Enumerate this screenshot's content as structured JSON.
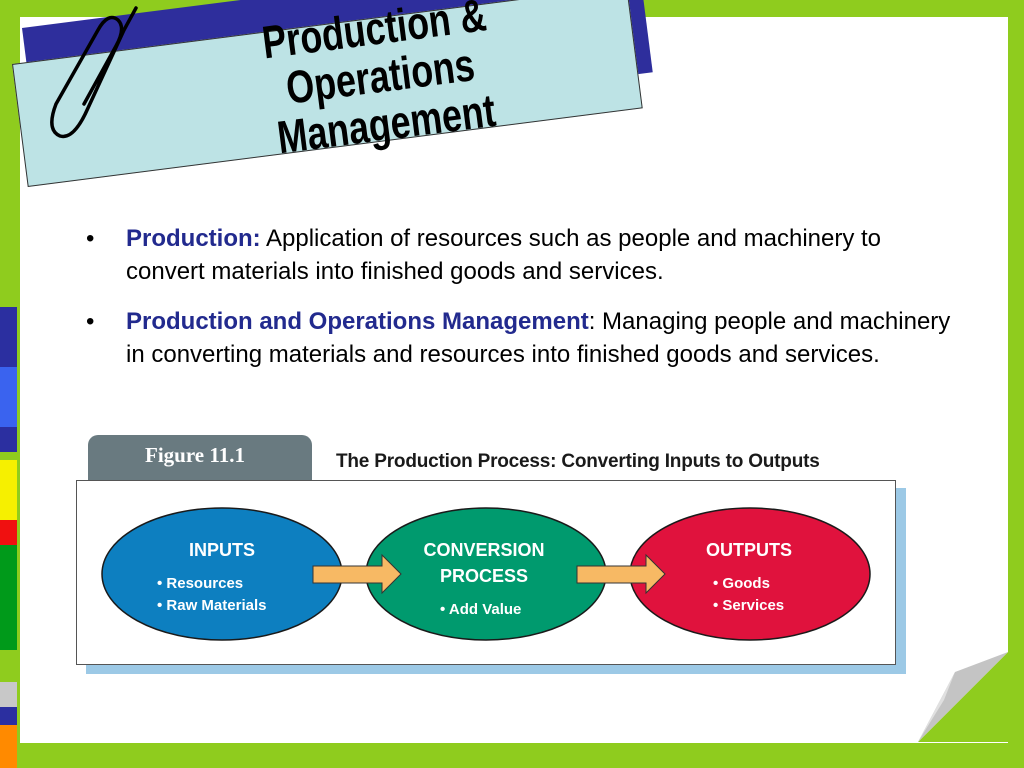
{
  "slide": {
    "title_line1": "Production & Operations",
    "title_line2": "Management",
    "bullets": [
      {
        "term": "Production:",
        "text": " Application of resources such as people and machinery to convert materials into finished goods and services."
      },
      {
        "term": "Production and Operations Management",
        "text": ": Managing people and machinery in converting materials and resources into finished goods and services."
      }
    ],
    "bullet_symbol": "•"
  },
  "figure": {
    "tab_label": "Figure  11.1",
    "caption": "The Production Process: Converting Inputs to Outputs",
    "stages": [
      {
        "heading1": "INPUTS",
        "heading2": "",
        "items": [
          "• Resources",
          "• Raw Materials"
        ],
        "color": "#0d7fc0"
      },
      {
        "heading1": "CONVERSION",
        "heading2": "PROCESS",
        "items": [
          "• Add Value"
        ],
        "color": "#009a6e"
      },
      {
        "heading1": "OUTPUTS",
        "heading2": "",
        "items": [
          "• Goods",
          "• Services"
        ],
        "color": "#e0123d"
      }
    ],
    "arrow_color": "#f7b964"
  },
  "colors": {
    "background": "#8fcc1e",
    "title_box": "#bde3e5",
    "title_shadow": "#2e2e9c",
    "term": "#222a8e"
  },
  "icons": [
    "paperclip-icon",
    "page-curl"
  ]
}
